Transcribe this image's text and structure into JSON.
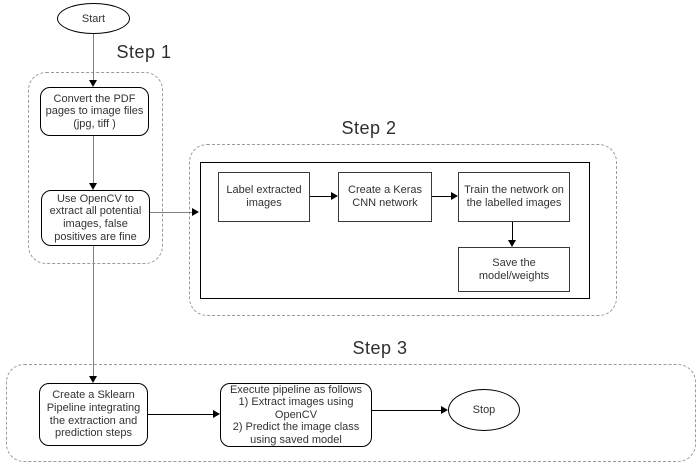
{
  "diagram": {
    "start": {
      "label": "Start"
    },
    "stop": {
      "label": "Stop"
    },
    "steps": {
      "step1": {
        "title": "Step 1"
      },
      "step2": {
        "title": "Step 2"
      },
      "step3": {
        "title": "Step 3"
      }
    },
    "nodes": {
      "convert": [
        "Convert the PDF",
        "pages to image files",
        "(jpg, tiff )"
      ],
      "opencv": [
        "Use OpenCV to",
        "extract all potential",
        "images, false",
        "positives are fine"
      ],
      "label_images": [
        "Label extracted",
        "images"
      ],
      "keras": [
        "Create a Keras",
        "CNN network"
      ],
      "train": [
        "Train the network on",
        "the labelled images"
      ],
      "save": [
        "Save the",
        "model/weights"
      ],
      "sklearn": [
        "Create a Sklearn",
        "Pipeline integrating",
        "the extraction and",
        "prediction steps"
      ],
      "execute": [
        "Execute pipeline as follows",
        "1) Extract images using",
        "OpenCV",
        "2) Predict the image class",
        "using saved model"
      ]
    },
    "colors": {
      "box_border": "#000000",
      "dashed_border": "#9a9a9a",
      "connector_grey": "#808080",
      "connector_black": "#000000",
      "text": "#333333",
      "background": "#ffffff"
    }
  }
}
